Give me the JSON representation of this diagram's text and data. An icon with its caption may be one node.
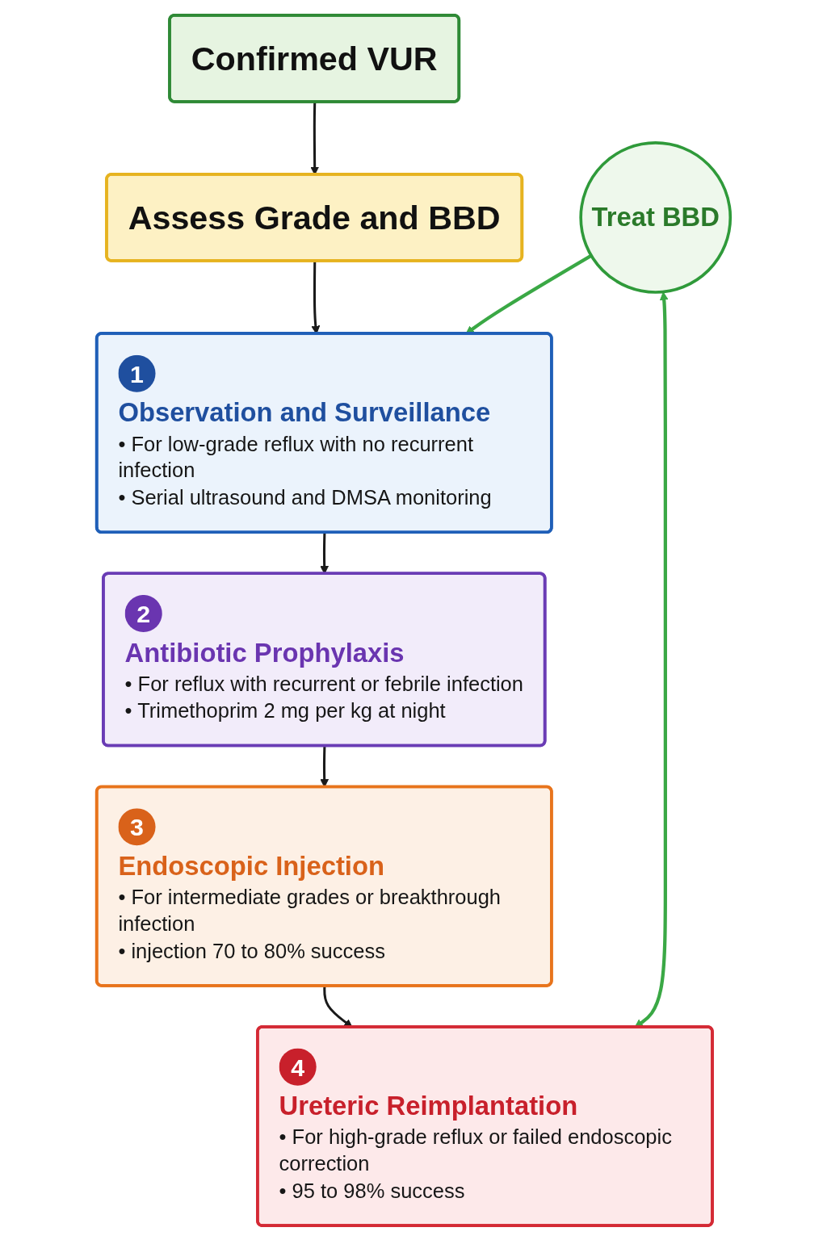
{
  "diagram": {
    "nodes": [
      {
        "text": [
          "Confirmed VUR"
        ]
      },
      {
        "text": [
          "Assess Grade and BBD"
        ]
      },
      {
        "text": [
          "1",
          "Observation and Surveillance",
          "• For low-grade reflux with no recurrent infection",
          "• Serial ultrasound and DMSA monitoring"
        ]
      },
      {
        "text": [
          "2",
          "Antibiotic Prophylaxis",
          "• For reflux with recurrent or febrile infection",
          "• Trimethoprim 2 mg per kg at night"
        ]
      },
      {
        "text": [
          "3",
          "Endoscopic Injection",
          "• For intermediate grades or breakthrough infection",
          "• injection 70 to 80% success"
        ]
      },
      {
        "text": [
          "4",
          "Ureteric Reimplantation",
          "• For high-grade reflux or failed endoscopic correction",
          "• 95 to 98% success"
        ]
      },
      {
        "text": [
          "Treat BBD"
        ]
      }
    ],
    "edges": [
      {
        "from": 0,
        "to": 1,
        "arrow": "to"
      },
      {
        "from": 1,
        "to": 2,
        "arrow": "to"
      },
      {
        "from": 2,
        "to": 3,
        "arrow": "to"
      },
      {
        "from": 3,
        "to": 4,
        "arrow": "to"
      },
      {
        "from": 4,
        "to": 5,
        "arrow": "to"
      },
      {
        "from": 6,
        "to": 2,
        "arrow": "to",
        "color": "#3aa845"
      },
      {
        "from": 6,
        "to": 5,
        "arrow": "both",
        "color": "#3aa845"
      }
    ]
  }
}
